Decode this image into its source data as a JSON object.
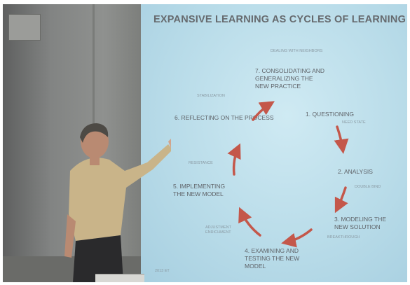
{
  "slide": {
    "title": "EXPANSIVE LEARNING AS CYCLES OF LEARNING ACTIONS",
    "steps": [
      {
        "label": "7. CONSOLIDATING AND GENERALIZING THE NEW PRACTICE"
      },
      {
        "label": "1. QUESTIONING"
      },
      {
        "label": "2. ANALYSIS"
      },
      {
        "label": "3. MODELING THE NEW SOLUTION"
      },
      {
        "label": "4. EXAMINING AND TESTING THE NEW MODEL"
      },
      {
        "label": "5. IMPLEMENTING THE NEW MODEL"
      },
      {
        "label": "6. REFLECTING ON THE PROCESS"
      }
    ],
    "sublabels": {
      "top": "DEALING WITH NEIGHBORS",
      "stabilization": "STABILIZATION",
      "need_state": "NEED STATE",
      "double_bind": "DOUBLE BIND",
      "breakthrough": "BREAKTHROUGH",
      "adjustment": "ADJUSTMENT ENRICHMENT",
      "resistance": "RESISTANCE",
      "footer": "2013 ET"
    },
    "colors": {
      "arrow": "#c4574a",
      "text": "#5f6368",
      "screen": "#bfe1ed"
    }
  }
}
